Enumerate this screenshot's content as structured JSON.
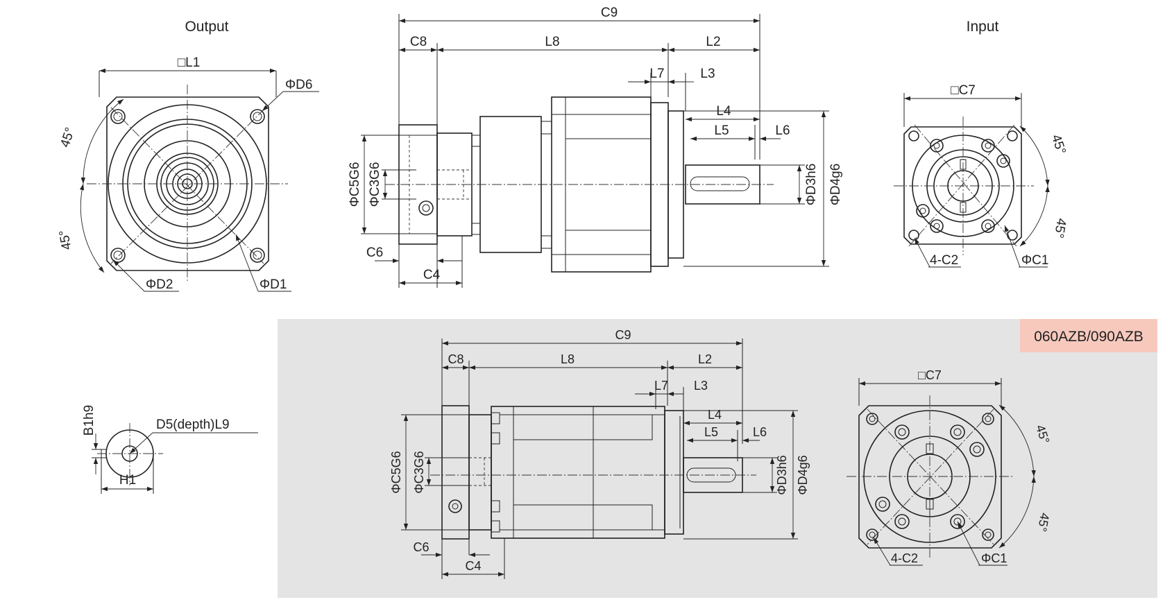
{
  "views": {
    "output_title": "Output",
    "input_title": "Input",
    "variant_badge": "060AZB/090AZB"
  },
  "colors": {
    "line": "#222222",
    "variant_panel": "#e4e4e4",
    "variant_badge": "#f7c9bd"
  },
  "labels": {
    "L1": "□L1",
    "D6": "ΦD6",
    "D2": "ΦD2",
    "D1": "ΦD1",
    "angle45": "45°",
    "C9": "C9",
    "C8": "C8",
    "L8": "L8",
    "L2": "L2",
    "L7": "L7",
    "L3": "L3",
    "L4": "L4",
    "L5": "L5",
    "L6": "L6",
    "C5": "ΦC5G6",
    "C3": "ΦC3G6",
    "D3": "ΦD3h6",
    "D4": "ΦD4g6",
    "C6": "C6",
    "C4": "C4",
    "C7": "□C7",
    "C2": "4-C2",
    "C1": "ΦC1",
    "B1": "B1h9",
    "D5": "D5(depth)L9",
    "H1": "H1"
  }
}
